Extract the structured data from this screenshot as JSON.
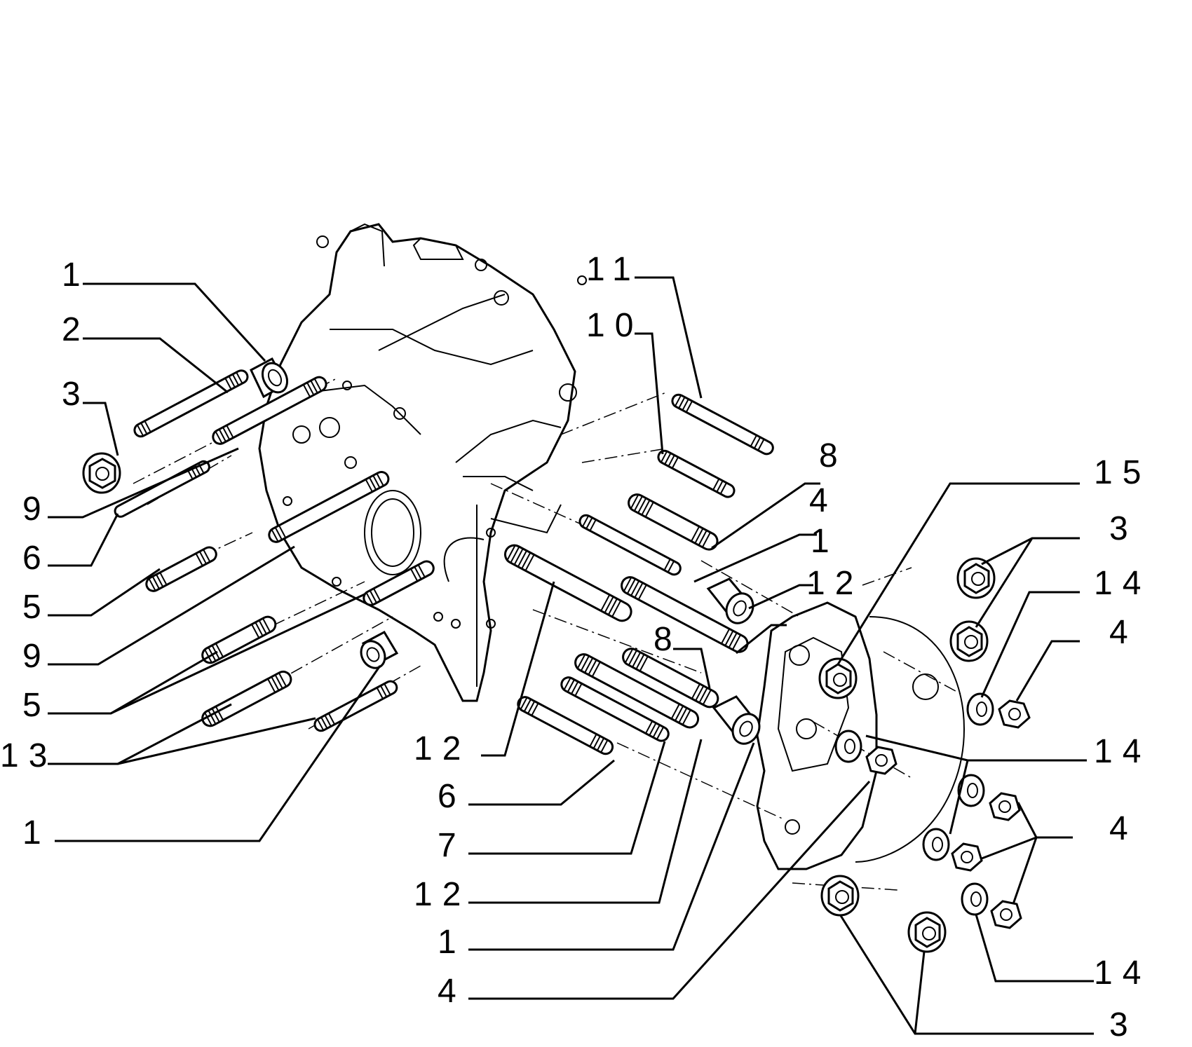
{
  "labels": {
    "l1_top": "1",
    "l2": "2",
    "l3_left": "3",
    "l9_a": "9",
    "l6_left": "6",
    "l5_a": "5",
    "l9_b": "9",
    "l5_b": "5",
    "l13": "13",
    "l1_left_bottom": "1",
    "l11": "11",
    "l10": "10",
    "l8_top": "8",
    "l4_top": "4",
    "l1_mid": "1",
    "l12_mid": "12",
    "l8_mid": "8",
    "l12_a": "12",
    "l6_mid": "6",
    "l7": "7",
    "l12_b": "12",
    "l1_bottom": "1",
    "l4_bottom": "4",
    "l15": "15",
    "l3_right_top": "3",
    "l14_a": "14",
    "l4_right_a": "4",
    "l14_b": "14",
    "l4_right_b": "4",
    "l14_c": "14",
    "l3_right_bottom": "3"
  }
}
